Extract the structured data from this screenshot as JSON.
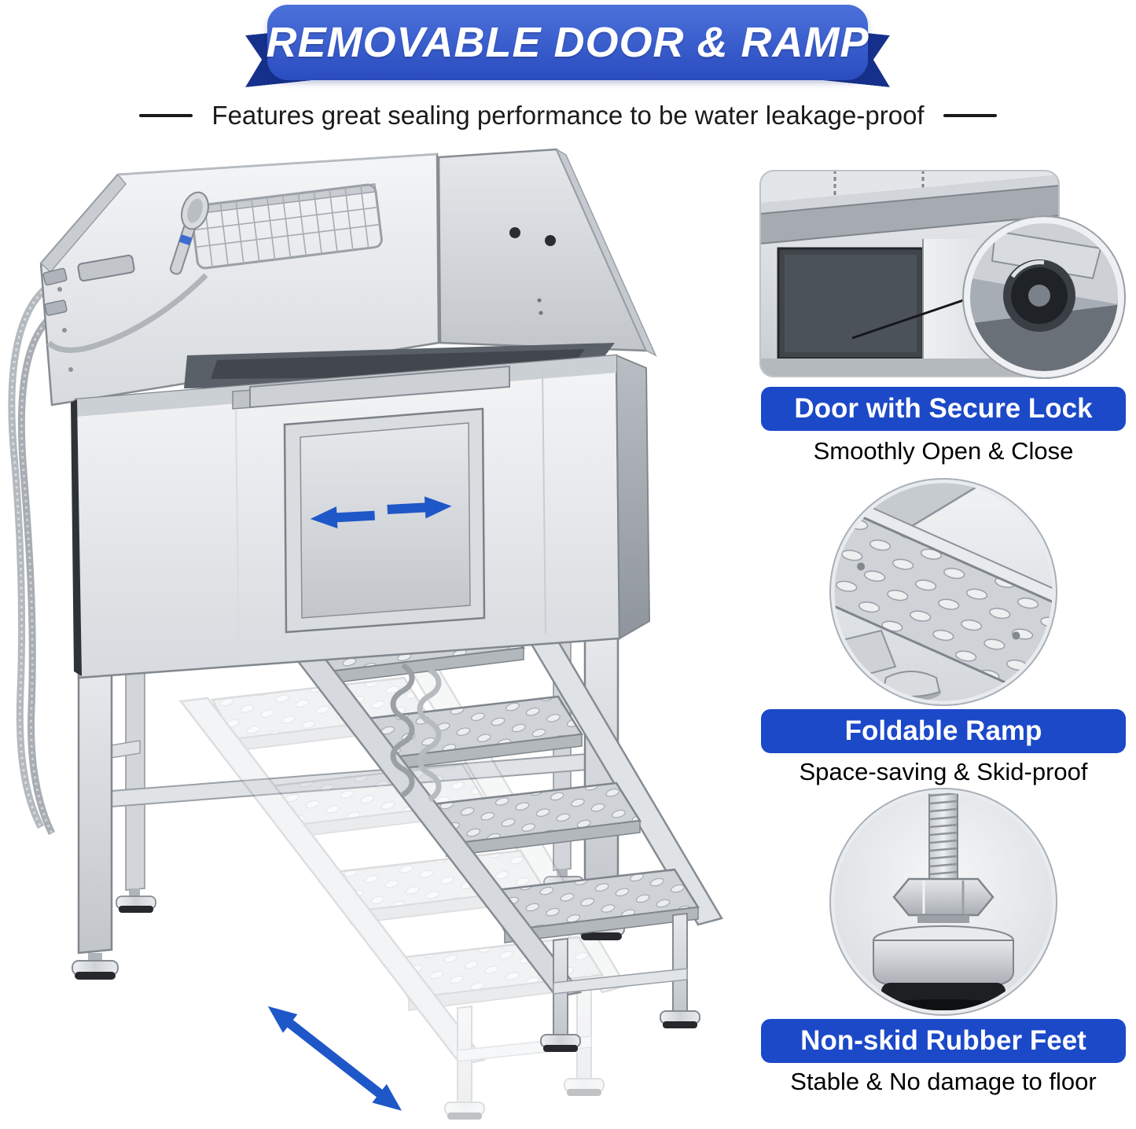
{
  "banner": {
    "title": "REMOVABLE DOOR & RAMP",
    "subtitle": "Features great sealing performance to be water leakage-proof"
  },
  "features": [
    {
      "label": "Door with Secure Lock",
      "caption": "Smoothly Open & Close"
    },
    {
      "label": "Foldable Ramp",
      "caption": "Space-saving & Skid-proof"
    },
    {
      "label": "Non-skid Rubber Feet",
      "caption": "Stable & No damage to floor"
    }
  ],
  "icons": {
    "slide-arrows": "left-right blue arrows on door (slides/removes)",
    "fold-arrow": "diagonal blue double arrow (stairs fold away)"
  },
  "colors": {
    "banner-blue": "#2a4cc0",
    "banner-blue-light": "#4c71da",
    "ribbon-dark": "#16318c",
    "label-blue": "#1c49c8",
    "arrow-blue": "#1e57c8",
    "text-dark": "#121212"
  }
}
